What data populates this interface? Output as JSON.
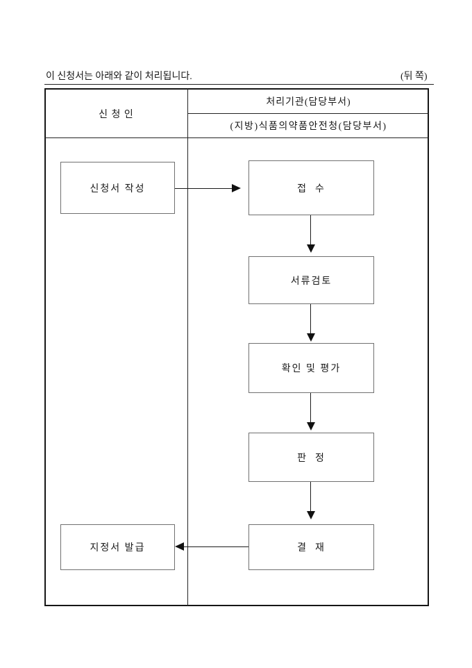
{
  "page": {
    "intro_text": "이 신청서는 아래와 같이 처리됩니다.",
    "back_side_label": "(뒤 쪽)"
  },
  "table": {
    "applicant_header": "신 청 인",
    "agency_header": "처리기관(담당부서)",
    "agency_subheader": "(지방)식품의약품안전청(담당부서)"
  },
  "flowchart": {
    "applicant_steps": [
      {
        "label": "신청서 작성"
      },
      {
        "label": "지정서 발급"
      }
    ],
    "agency_steps": [
      {
        "label": "접  수"
      },
      {
        "label": "서류검토"
      },
      {
        "label": "확인 및 평가"
      },
      {
        "label": "판  정"
      },
      {
        "label": "결  재"
      }
    ],
    "arrows": [
      "right-from-application-to-receipt",
      "down-receipt-to-review",
      "down-review-to-evaluation",
      "down-evaluation-to-judgment",
      "down-judgment-to-approval",
      "left-approval-to-issue"
    ]
  },
  "colors": {
    "frame_border": "#161616",
    "box_border": "#707070",
    "text": "#1a1a1a",
    "background": "#ffffff"
  }
}
